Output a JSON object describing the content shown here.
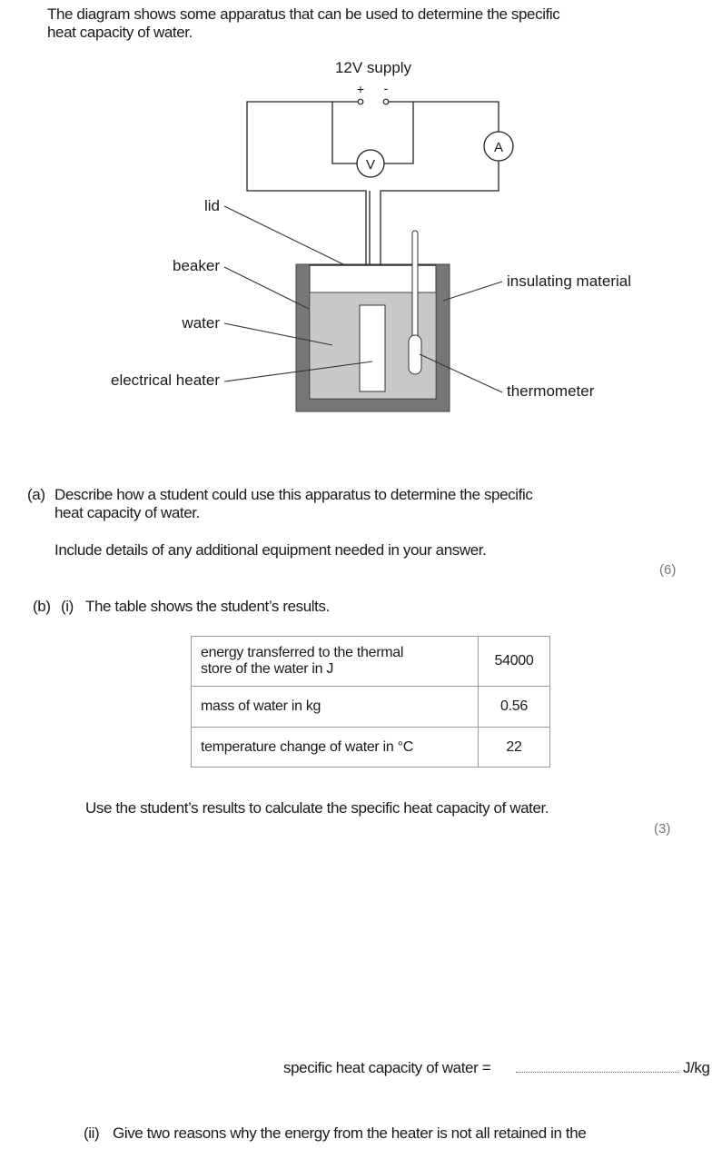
{
  "intro": {
    "line1": "The diagram shows some apparatus that can be used to determine the specific",
    "line2": "heat capacity of water."
  },
  "diagram": {
    "supply_label": "12V supply",
    "plus": "+",
    "minus": "-",
    "voltmeter": "V",
    "ammeter": "A",
    "labels": {
      "lid": "lid",
      "beaker": "beaker",
      "water": "water",
      "heater": "electrical heater",
      "insulating": "insulating material",
      "thermometer": "thermometer"
    },
    "colors": {
      "insulation": "#777777",
      "water": "#c8c8c8",
      "line": "#222222"
    }
  },
  "part_a": {
    "label": "(a)",
    "line1": "Describe how a student could use this apparatus to determine the specific",
    "line2": "heat capacity of water.",
    "line3": "Include details of any additional equipment needed in your answer.",
    "marks": "(6)"
  },
  "part_b": {
    "label": "(b)",
    "sub_label": "(i)",
    "intro": "The table shows the student’s results.",
    "table": [
      {
        "quantity_line1": "energy transferred to the thermal",
        "quantity_line2": "store of the water in J",
        "value": "54000"
      },
      {
        "quantity": "mass of water in kg",
        "value": "0.56"
      },
      {
        "quantity": "temperature change of water in °C",
        "value": "22"
      }
    ],
    "instruction": "Use the student’s results to calculate the specific heat capacity of water.",
    "marks": "(3)",
    "answer_label": "specific heat capacity of water =",
    "answer_unit": "J/kg",
    "sub_label_ii": "(ii)",
    "question_ii": "Give two reasons why the energy from the heater is not all retained in the"
  }
}
